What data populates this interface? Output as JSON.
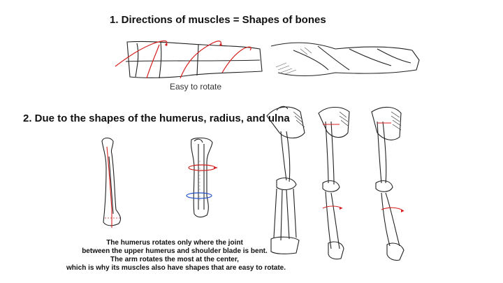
{
  "section1": {
    "title": "1. Directions of muscles = Shapes of bones",
    "caption": "Easy to rotate"
  },
  "section2": {
    "title": "2. Due to the shapes of the humerus, radius, and ulna",
    "note_lines": [
      "The humerus rotates only where the joint",
      "between the upper humerus and shoulder blade is bent.",
      "The arm rotates the most at the center,",
      "which is why its muscles also have shapes that are easy to rotate."
    ]
  },
  "colors": {
    "ink": "#222222",
    "accent_red": "#d42020",
    "accent_blue": "#2050c8"
  }
}
